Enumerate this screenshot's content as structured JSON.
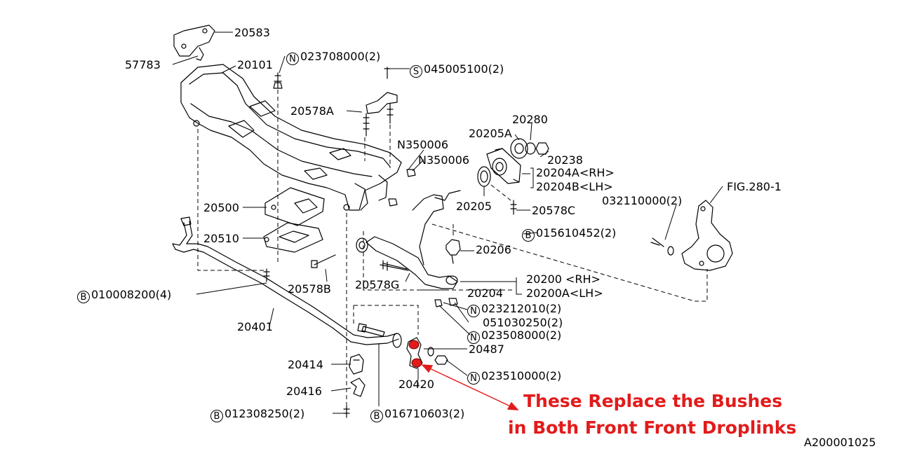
{
  "diagram": {
    "figure_id": "A200001025",
    "labels": {
      "p20583": "20583",
      "p57783": "57783",
      "p20101": "20101",
      "nut_023708000": {
        "code": "023708000(2)",
        "prefix": "N"
      },
      "screw_045005100": {
        "code": "045005100(2)",
        "prefix": "S"
      },
      "p20578A": "20578A",
      "p20280": "20280",
      "p20205A": "20205A",
      "p20238": "20238",
      "n350006_a": "N350006",
      "n350006_b": "N350006",
      "p20204A": "20204A<RH>",
      "p20204B": "20204B<LH>",
      "fig": "FIG.280-1",
      "p032110000": "032110000(2)",
      "p20205": "20205",
      "p20578C": "20578C",
      "bolt_015610452": {
        "code": "015610452(2)",
        "prefix": "B"
      },
      "p20500": "20500",
      "p20510": "20510",
      "p20206": "20206",
      "p20200": "20200 <RH>",
      "p20200A": "20200A<LH>",
      "bolt_010008200": {
        "code": "010008200(4)",
        "prefix": "B"
      },
      "p20578B": "20578B",
      "p20578G": "20578G",
      "p20204": "20204",
      "nut_023212010": {
        "code": "023212010(2)",
        "prefix": "N"
      },
      "p051030250": "051030250(2)",
      "nut_023508000": {
        "code": "023508000(2)",
        "prefix": "N"
      },
      "p20401": "20401",
      "p20487": "20487",
      "p20414": "20414",
      "nut_023510000": {
        "code": "023510000(2)",
        "prefix": "N"
      },
      "p20420": "20420",
      "p20416": "20416",
      "bolt_012308250": {
        "code": "012308250(2)",
        "prefix": "B"
      },
      "bolt_016710603": {
        "code": "016710603(2)",
        "prefix": "B"
      }
    },
    "callout": {
      "line1": "These Replace the Bushes",
      "line2": "in Both Front Front Droplinks",
      "color": "#e21b1b"
    },
    "highlight_color": "#e21b1b"
  }
}
